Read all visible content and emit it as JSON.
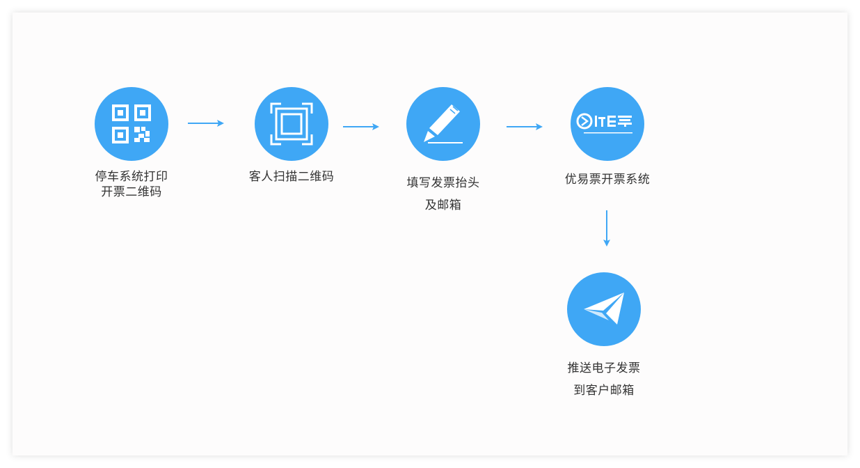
{
  "colors": {
    "accent": "#3fa7f5",
    "text": "#333333",
    "background": "#fdfcfc"
  },
  "steps": [
    {
      "icon": "qr-code-icon",
      "lines": [
        "停车系统打印",
        "开票二维码"
      ]
    },
    {
      "icon": "scan-frame-icon",
      "lines": [
        "客人扫描二维码"
      ]
    },
    {
      "icon": "pen-icon",
      "lines": [
        "填写发票抬头",
        "及邮箱"
      ]
    },
    {
      "icon": "youepiao-logo-icon",
      "lines": [
        "优易票开票系统"
      ]
    },
    {
      "icon": "paper-plane-icon",
      "lines": [
        "推送电子发票",
        "到客户邮箱"
      ]
    }
  ]
}
